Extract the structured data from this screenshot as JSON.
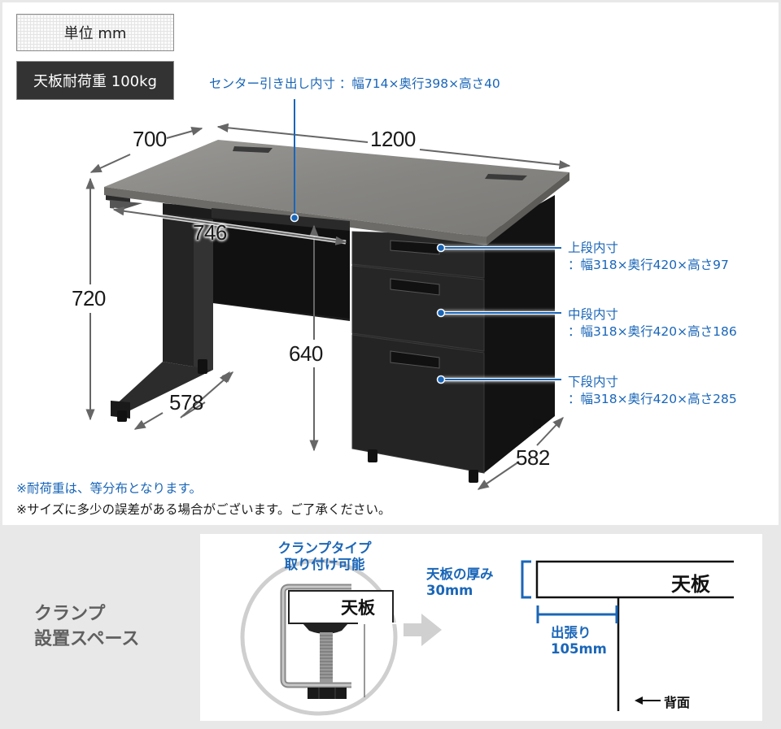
{
  "badges": {
    "unit": "単位 mm",
    "load_capacity": "天板耐荷重 100kg"
  },
  "colors": {
    "accent_blue": "#1a66b8",
    "dark_badge": "#333333",
    "panel_gray": "#e8e8e8",
    "desktop_gray": "#8a8a88",
    "cabinet_black": "#222222"
  },
  "center_drawer": {
    "label": "センター引き出し内寸 ：幅714×奥行398×高さ40"
  },
  "dimensions": {
    "depth": "700",
    "width": "1200",
    "height": "720",
    "inner_width": "746",
    "knee_height": "640",
    "leg_depth": "578",
    "pedestal_depth": "582"
  },
  "drawers": [
    {
      "name": "上段内寸",
      "spec": "：幅318×奥行420×高さ97"
    },
    {
      "name": "中段内寸",
      "spec": "：幅318×奥行420×高さ186"
    },
    {
      "name": "下段内寸",
      "spec": "：幅318×奥行420×高さ285"
    }
  ],
  "notes": {
    "load_note": "※耐荷重は、等分布となります。",
    "size_note": "※サイズに多少の誤差がある場合がございます。ご了承ください。"
  },
  "clamp": {
    "section_title_line1": "クランプ",
    "section_title_line2": "設置スペース",
    "type_line1": "クランプタイプ",
    "type_line2": "取り付け可能",
    "tabletop_label": "天板",
    "thickness_line1": "天板の厚み",
    "thickness_line2": "30mm",
    "overhang_line1": "出張り",
    "overhang_line2": "105mm",
    "back_label": "背面",
    "tabletop_label_right": "天板"
  }
}
